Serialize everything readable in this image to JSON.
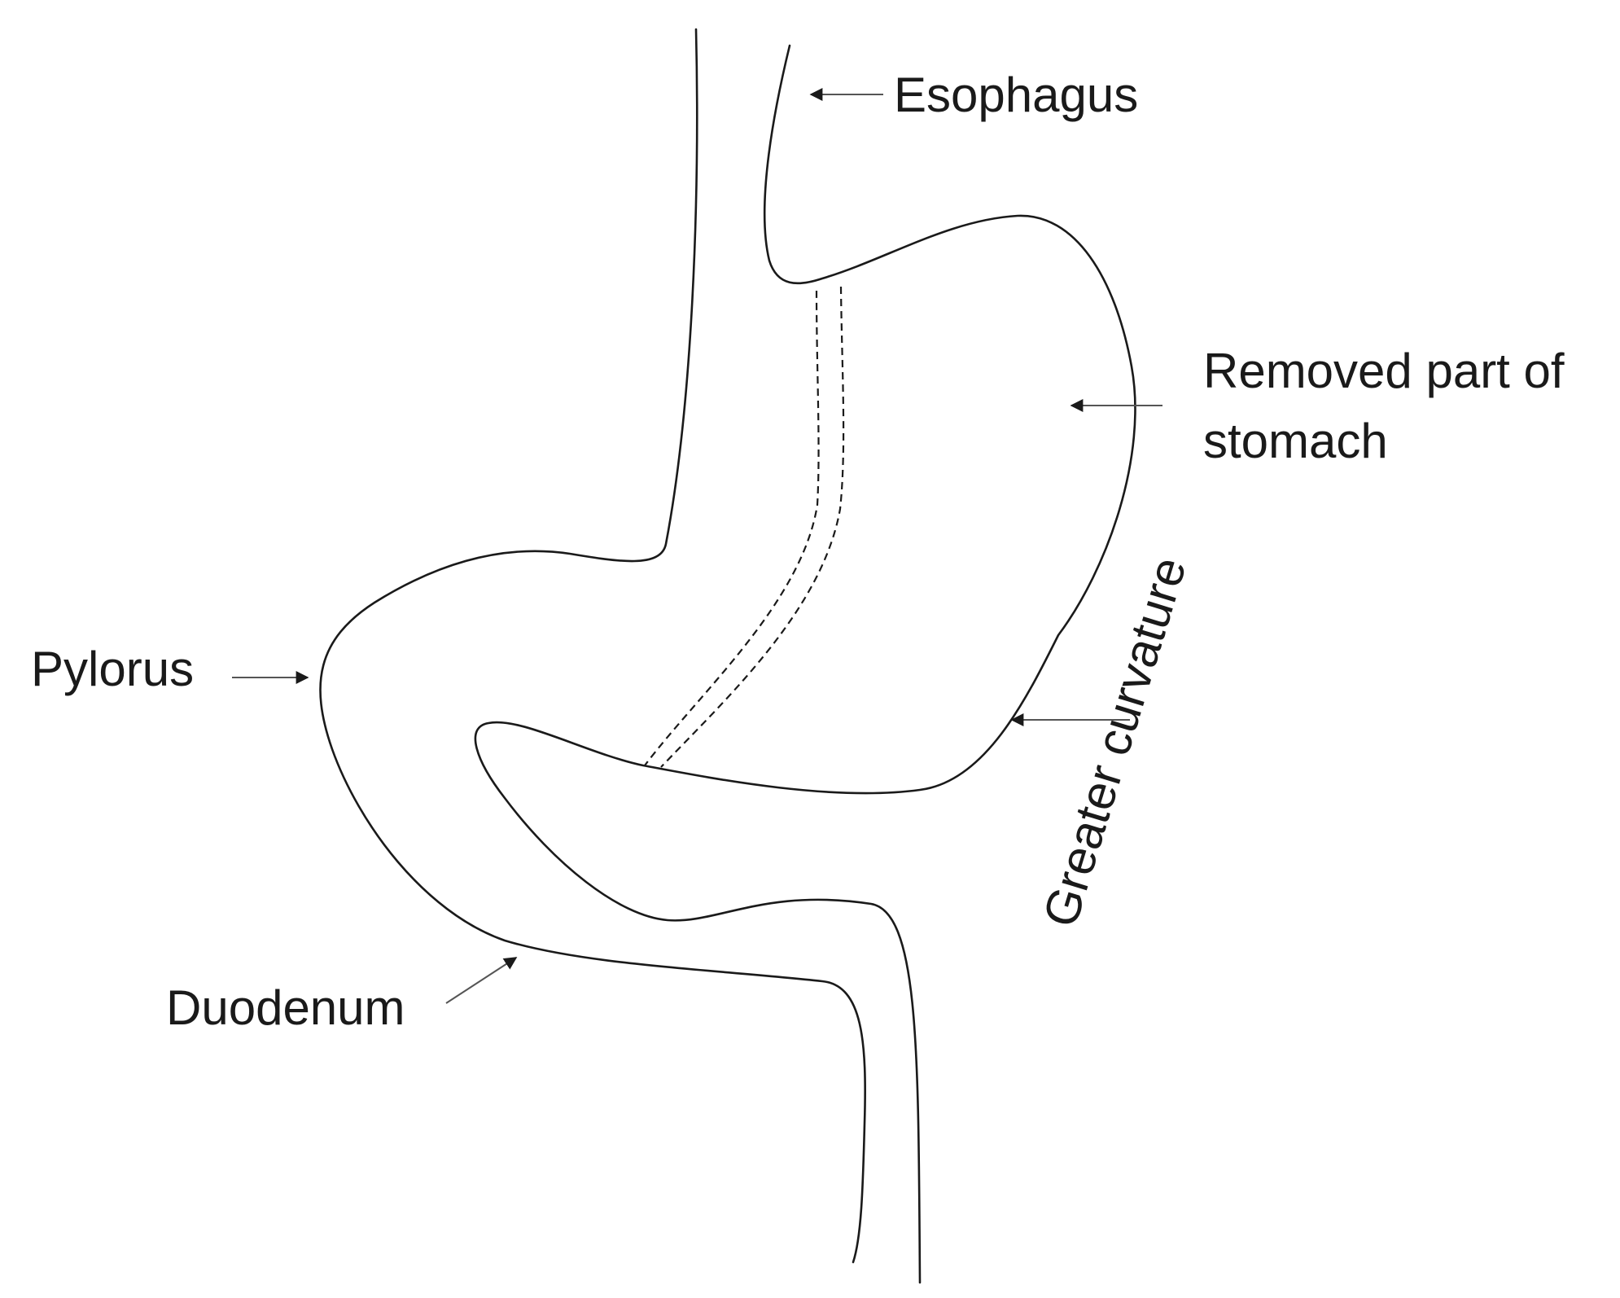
{
  "labels": {
    "esophagus": "Esophagus",
    "removed_part_line1": "Removed part of",
    "removed_part_line2": "stomach",
    "greater_curvature": "Greater curvature",
    "pylorus": "Pylorus",
    "duodenum": "Duodenum"
  },
  "colors": {
    "outline": "#1a1a1a",
    "leader": "#555555",
    "background": "#ffffff"
  }
}
